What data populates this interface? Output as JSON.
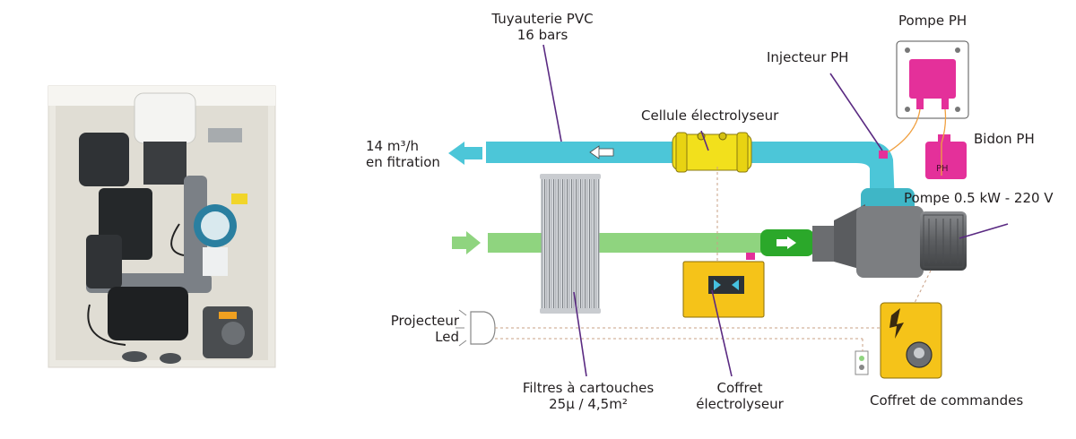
{
  "labels": {
    "tuyauterie": [
      "Tuyauterie PVC",
      "16 bars"
    ],
    "pompe_ph": "Pompe PH",
    "injecteur_ph": "Injecteur PH",
    "cellule": "Cellule électrolyseur",
    "debit": [
      "14 m³/h",
      "en fitration"
    ],
    "bidon_ph": "Bidon PH",
    "bidon_tag": "PH",
    "pompe": "Pompe 0.5 kW - 220 V",
    "projecteur": [
      "Projecteur",
      "Led"
    ],
    "filtres": [
      "Filtres à cartouches",
      "25µ / 4,5m²"
    ],
    "coffret_electro": [
      "Coffret",
      "électrolyseur"
    ],
    "coffret_commandes": "Coffret de commandes"
  },
  "colors": {
    "pvc_pipe": "#4cc6d8",
    "suction_pipe": "#8fd47f",
    "pump_body": "#6b6d70",
    "ph_pump": "#e4309a",
    "cell": "#f2e01c",
    "control_box": "#f5c319",
    "pointer": "#5a2a82",
    "cable": "#c88a5a"
  }
}
